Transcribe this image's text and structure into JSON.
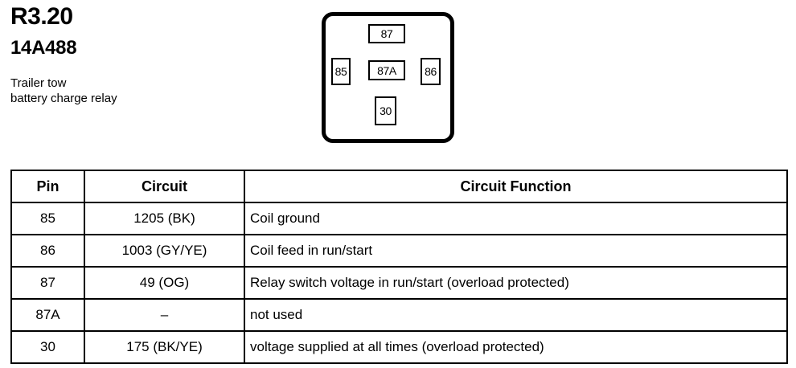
{
  "header": {
    "relay_code": "R3.20",
    "part_number": "14A488",
    "description": "Trailer tow\nbattery charge relay"
  },
  "diagram": {
    "name": "relay-pinout",
    "terminals": [
      {
        "id": "87",
        "label": "87",
        "position": "top"
      },
      {
        "id": "85",
        "label": "85",
        "position": "left"
      },
      {
        "id": "87A",
        "label": "87A",
        "position": "center"
      },
      {
        "id": "86",
        "label": "86",
        "position": "right"
      },
      {
        "id": "30",
        "label": "30",
        "position": "bottom"
      }
    ]
  },
  "table": {
    "headers": [
      "Pin",
      "Circuit",
      "Circuit Function"
    ],
    "rows": [
      {
        "pin": "85",
        "circuit": "1205 (BK)",
        "function": "Coil ground"
      },
      {
        "pin": "86",
        "circuit": "1003 (GY/YE)",
        "function": "Coil feed in run/start"
      },
      {
        "pin": "87",
        "circuit": "49 (OG)",
        "function": "Relay switch voltage in run/start (overload protected)"
      },
      {
        "pin": "87A",
        "circuit": "–",
        "function": "not used"
      },
      {
        "pin": "30",
        "circuit": "175 (BK/YE)",
        "function": "voltage supplied at all times (overload protected)"
      }
    ]
  },
  "colors": {
    "ink": "#000000",
    "paper": "#ffffff"
  }
}
